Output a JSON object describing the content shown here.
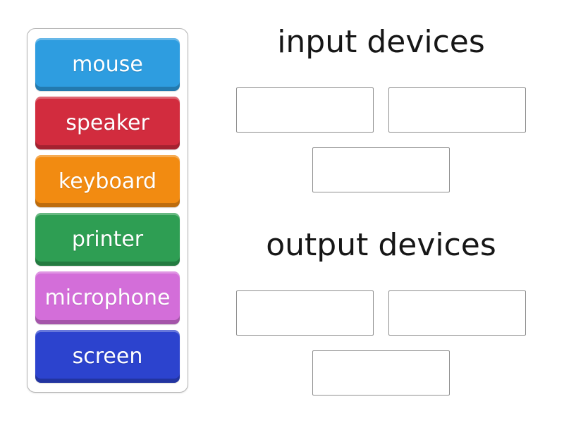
{
  "word_bank": {
    "tiles": [
      {
        "label": "mouse",
        "color": "#2E9DE0"
      },
      {
        "label": "speaker",
        "color": "#D22C3E"
      },
      {
        "label": "keyboard",
        "color": "#F28B11"
      },
      {
        "label": "printer",
        "color": "#2E9E53"
      },
      {
        "label": "microphone",
        "color": "#D36ED9"
      },
      {
        "label": "screen",
        "color": "#2C43CE"
      }
    ]
  },
  "groups": [
    {
      "title": "input devices"
    },
    {
      "title": "output devices"
    }
  ],
  "colors": {
    "background": "#ffffff",
    "heading_text": "#161616",
    "tile_text": "#ffffff",
    "slot_border": "#8e8e8e",
    "bank_border": "#b4b4b4"
  }
}
